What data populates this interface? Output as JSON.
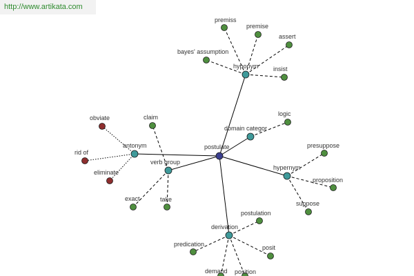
{
  "watermark": "http://www.artikata.com",
  "colors": {
    "root": "#3b3f8f",
    "category": "#3f9a9a",
    "word": "#4f8f3f",
    "antonym_word": "#8e2e2e"
  },
  "graph": {
    "root": {
      "id": "postulate",
      "label": "postulate"
    },
    "categories": [
      {
        "id": "hyponym",
        "label": "hyponym",
        "words": [
          "premiss",
          "premise",
          "assert",
          "bayes' assumption",
          "insist"
        ]
      },
      {
        "id": "domain-category",
        "label": "domain categor",
        "words": [
          "logic"
        ]
      },
      {
        "id": "hypernym",
        "label": "hypernym",
        "words": [
          "presuppose",
          "proposition",
          "suppose"
        ]
      },
      {
        "id": "derivation",
        "label": "derivation",
        "words": [
          "postulation",
          "predication",
          "posit",
          "demand",
          "position"
        ]
      },
      {
        "id": "verb-group",
        "label": "verb group",
        "words": [
          "claim",
          "exact",
          "take"
        ]
      },
      {
        "id": "antonym",
        "label": "antonym",
        "words": [
          "obviate",
          "rid of",
          "eliminate"
        ]
      }
    ]
  }
}
